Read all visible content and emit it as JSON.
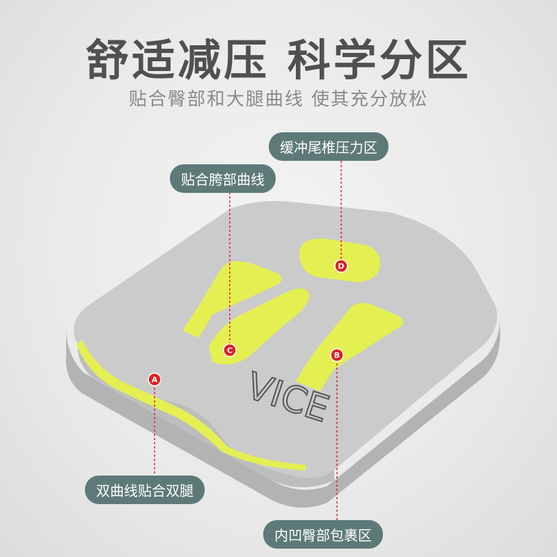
{
  "header": {
    "title": "舒适减压 科学分区",
    "subtitle": "贴合臀部和大腿曲线 使其充分放松"
  },
  "callouts": {
    "d": "缓冲尾椎压力区",
    "hip": "贴合胯部曲线",
    "a": "双曲线贴合双腿",
    "b": "内凹臀部包裹区"
  },
  "markers": {
    "a": "A",
    "b": "B",
    "c": "C",
    "d": "D"
  },
  "logo": "VICE",
  "colors": {
    "pill": "#5d7a78",
    "cushion": "#c9c9c9",
    "zone": "#e4ef52",
    "marker": "#e02020"
  }
}
